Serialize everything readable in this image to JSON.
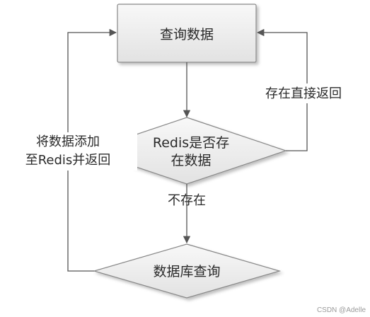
{
  "nodes": {
    "query": {
      "label": "查询数据"
    },
    "decision": {
      "line1": "Redis是否存",
      "line2": "在数据"
    },
    "db": {
      "label": "数据库查询"
    }
  },
  "edges": {
    "exists": {
      "label": "存在直接返回"
    },
    "not_exists": {
      "label": "不存在"
    },
    "add": {
      "line1": "将数据添加",
      "line2": "至Redis并返回"
    }
  },
  "watermark": "CSDN @Adelle",
  "colors": {
    "line": "#555555",
    "box_fill_top": "#f7f7f7",
    "box_fill_bottom": "#e3e3e3",
    "box_border": "#888888"
  }
}
